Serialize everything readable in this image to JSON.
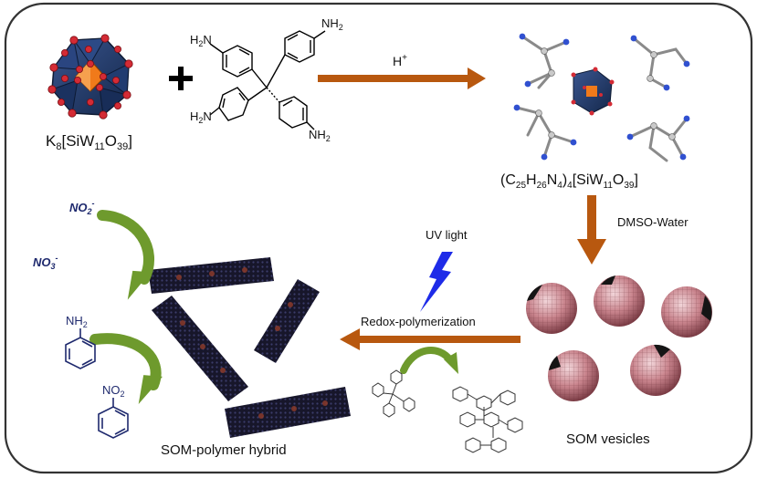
{
  "reactant1_label": "K8[SiW11O39]",
  "reactant1_label_parts": {
    "a": "K",
    "a_sub": "8",
    "b": "[SiW",
    "b_sub": "11",
    "c": "O",
    "c_sub": "39",
    "d": "]"
  },
  "plus_sign": "+",
  "linker_groups": [
    "H2N",
    "NH2",
    "H2N",
    "NH2"
  ],
  "acid_label": "H+",
  "product_label": "(C25H26N4)4[SiW11O39]",
  "solvent_label": "DMSO-Water",
  "vesicles_label": "SOM vesicles",
  "uv_label": "UV light",
  "redox_label": "Redox-polymerization",
  "hybrid_label": "SOM-polymer hybrid",
  "no2_minus_label": "NO2-",
  "no3_minus_label": "NO3-",
  "aniline_group": "NH2",
  "nitrobenzene_group": "NO2",
  "colors": {
    "arrow_orange": "#B8580F",
    "green_arrow": "#6E9A2D",
    "uv_blue": "#1E2BE8",
    "polyoxometalate": "#1F3562",
    "vesicle": "#B8707A",
    "sheet": "#1C1A2E",
    "frame": "#333333"
  }
}
